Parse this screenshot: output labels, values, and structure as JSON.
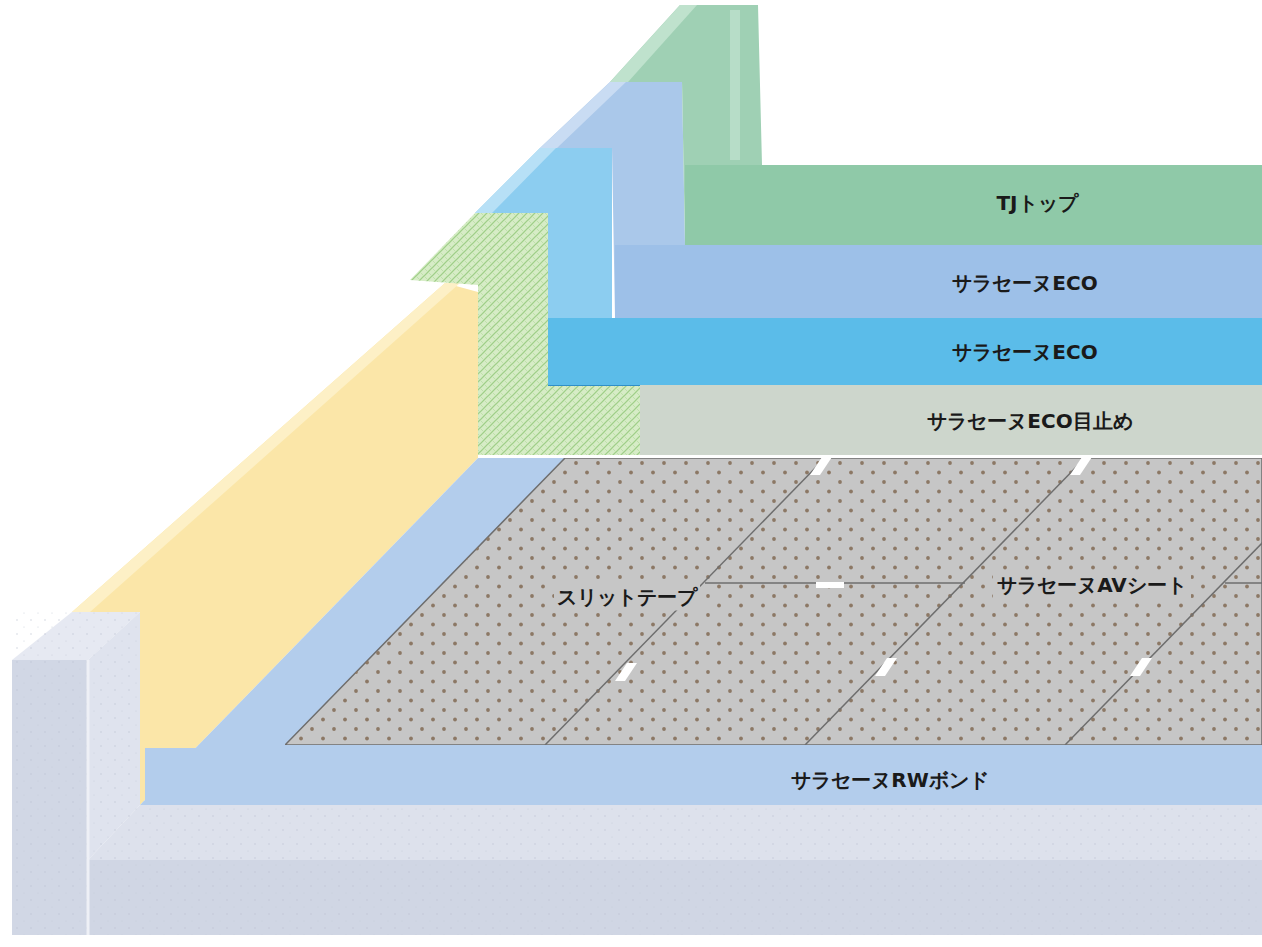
{
  "diagram": {
    "nodes": [
      {
        "text": [
          "TJトップ"
        ]
      },
      {
        "text": [
          "サラセーヌECO"
        ]
      },
      {
        "text": [
          "サラセーヌECO"
        ]
      },
      {
        "text": [
          "サラセーヌECO目止め"
        ]
      },
      {
        "text": [
          "サラセーヌAVシート"
        ]
      },
      {
        "text": [
          "サラセーヌRWボンド"
        ]
      }
    ],
    "labels": [
      "スリットテープ"
    ]
  }
}
